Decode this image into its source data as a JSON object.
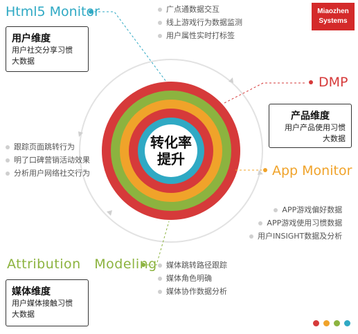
{
  "logo": {
    "line1": "Miaozhen",
    "line2": "Systems",
    "color": "#d42a2a"
  },
  "labels": {
    "html5": "Html5 Monitor",
    "dmp": "DMP",
    "app": "App Monitor",
    "attribution": "Attribution   Modeling"
  },
  "boxes": {
    "user": {
      "title": "用户维度",
      "line1": "用户社交分享习惯",
      "line2": "大数据"
    },
    "product": {
      "title": "产品维度",
      "line1": "用户产品使用习惯",
      "line2": "大数据"
    },
    "media": {
      "title": "媒体维度",
      "line1": "用户媒体接触习惯",
      "line2": "大数据"
    }
  },
  "lists": {
    "top": [
      "广点通数据交互",
      "线上游戏行为数据监测",
      "用户属性实时打标签"
    ],
    "left": [
      "跟踪页面跳转行为",
      "明了口碑营销活动效果",
      "分析用户网络社交行为"
    ],
    "app": [
      "APP游戏偏好数据",
      "APP游戏使用习惯数据",
      "用户INSIGHT数据及分析"
    ],
    "media": [
      "媒体跳转路径跟踪",
      "媒体角色明确",
      "媒体协作数据分析"
    ]
  },
  "center": {
    "line1": "转化率",
    "line2": "提升"
  },
  "ring_colors": [
    "#d63a3a",
    "#8cb33f",
    "#f0a32a",
    "#d63a3a",
    "#2fa9c4"
  ],
  "legend_dots": [
    "#d63a3a",
    "#f0a32a",
    "#8cb33f",
    "#2fa9c4"
  ]
}
